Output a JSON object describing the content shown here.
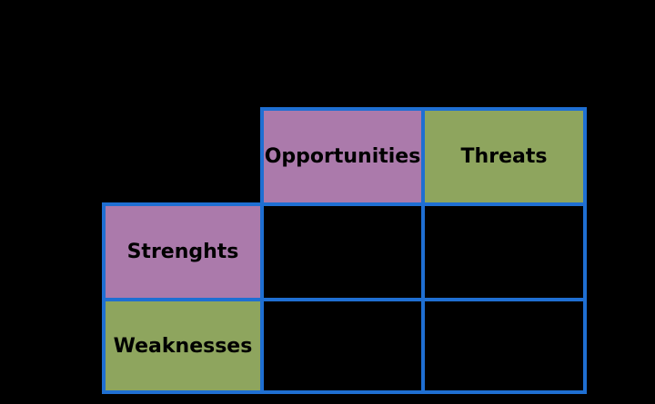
{
  "page": {
    "background": "#000000"
  },
  "matrix": {
    "border_color": "#1f6fd2",
    "text_color": "#000000",
    "corner_label": "",
    "columns": [
      {
        "label": "Opportunities",
        "bg": "#ab7aab"
      },
      {
        "label": "Threats",
        "bg": "#8ea55e"
      }
    ],
    "rows": [
      {
        "label": "Strenghts",
        "bg": "#ab7aab"
      },
      {
        "label": "Weaknesses",
        "bg": "#8ea55e"
      }
    ],
    "cells": [
      [
        "",
        ""
      ],
      [
        "",
        ""
      ]
    ]
  }
}
